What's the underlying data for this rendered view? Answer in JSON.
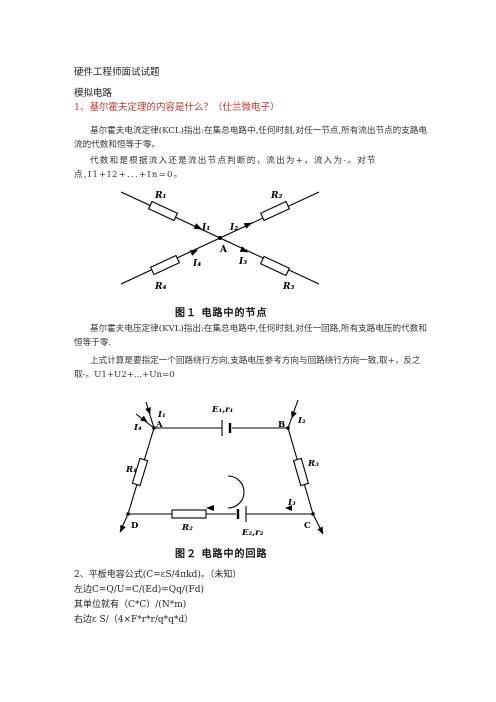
{
  "doc": {
    "title": "硬件工程师面试试题",
    "section": "模拟电路",
    "q1": "1、基尔霍夫定理的内容是什么？（仕兰微电子）",
    "kcl_p1": "基尔霍夫电流定律(KCL)指出:在集总电路中,任何时刻,对任一节点,所有流出节点的支路电流的代数和恒等于零。",
    "kcl_p2": "代数和是根据流入还是流出节点判断的，流出为+，流入为-。对节点,I1+I2+...+In=0。",
    "fig1": {
      "caption": "图１   电路中的节点",
      "node": "A",
      "r1": "R₁",
      "r2": "R₂",
      "r3": "R₃",
      "r4": "R₄",
      "i1": "I₁",
      "i2": "I₂",
      "i3": "I₃",
      "i4": "I₄"
    },
    "kvl_p1": "基尔霍夫电压定律(KVL)指出:在集总电路中,任何时刻,对任一回路,所有支路电压的代数和恒等于零.",
    "kvl_p2": "上式计算是要指定一个回路绕行方向,支路电压参考方向与回路绕行方向一致,取+，反之取-。U1+U2+...+Un=0",
    "fig2": {
      "caption": "图２   电路中的回路",
      "a": "A",
      "b": "B",
      "c": "C",
      "d": "D",
      "e1": "E₁,r₁",
      "e2": "E₂,r₂",
      "r1": "R₁",
      "r2": "R₂",
      "r3": "R₃",
      "i1": "I₁",
      "i2": "I₂",
      "i3": "I₃",
      "i4": "I₄"
    },
    "q2": "2、平板电容公式(C=εS/4πkd)。（未知）",
    "q2_l1": "左边C=Q/U=C/(Ed)=Qq/(Fd)",
    "q2_l2": "其单位就有（C*C）/(N*m)",
    "q2_l3": "右边ε S/（4×F*r*r/q*q*d）"
  }
}
